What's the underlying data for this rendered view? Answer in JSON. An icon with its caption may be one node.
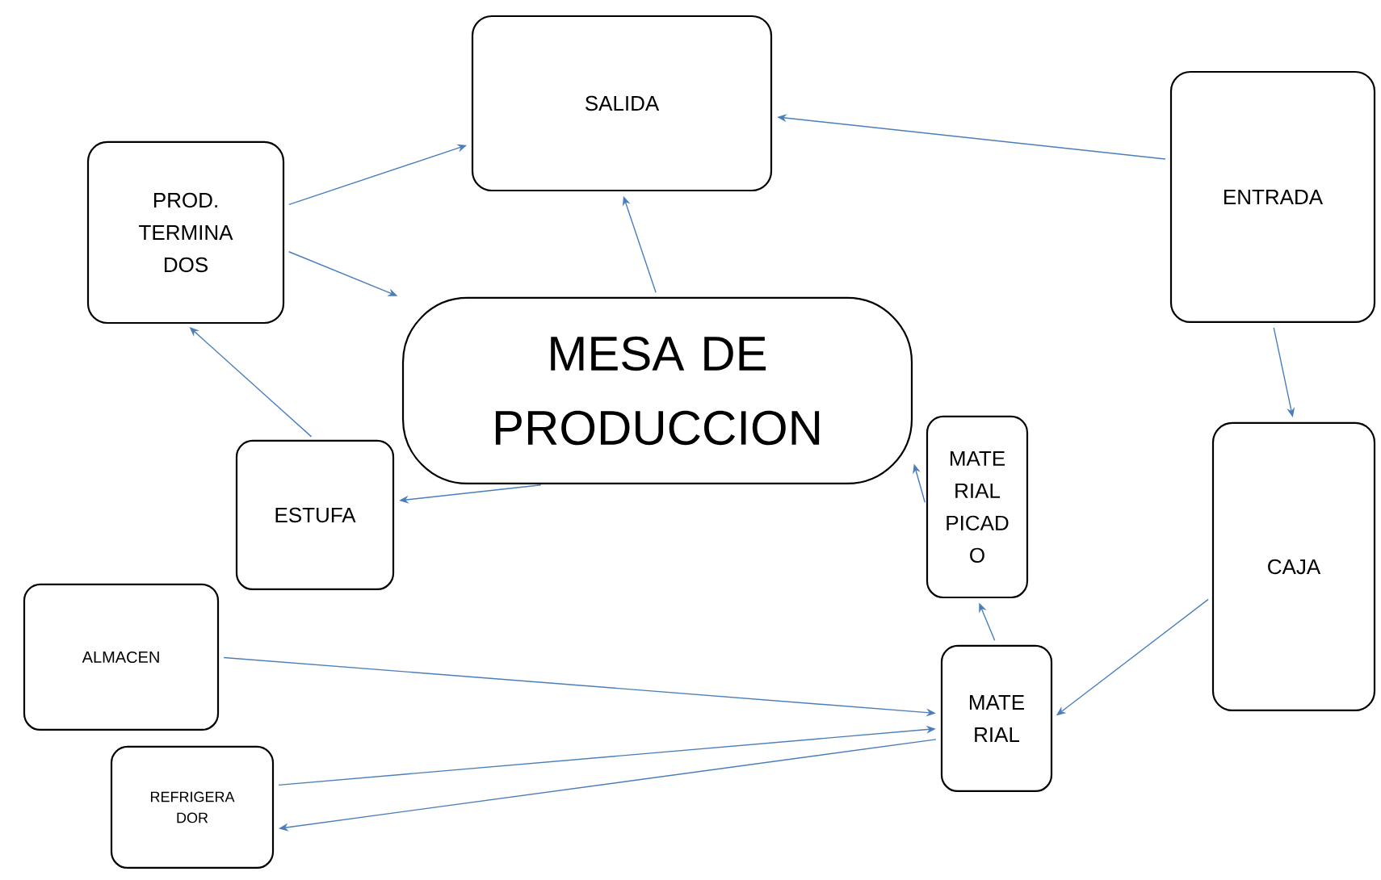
{
  "diagram": {
    "nodes": [
      {
        "text": [
          "SALIDA"
        ]
      },
      {
        "text": [
          "PROD. TERMINA DOS"
        ]
      },
      {
        "text": [
          "ENTRADA"
        ]
      },
      {
        "text": [
          "MESA DE PRODUCCION"
        ]
      },
      {
        "text": [
          "ESTUFA"
        ]
      },
      {
        "text": [
          "MATE RIAL PICAD O"
        ]
      },
      {
        "text": [
          "CAJA"
        ]
      },
      {
        "text": [
          "ALMACEN"
        ]
      },
      {
        "text": [
          "MATE RIAL"
        ]
      },
      {
        "text": [
          "REFRIGERA DOR"
        ]
      }
    ],
    "edges": [
      {
        "from": 1,
        "to": 0,
        "arrow": "to"
      },
      {
        "from": 1,
        "to": 3,
        "arrow": "to"
      },
      {
        "from": 3,
        "to": 0,
        "arrow": "to"
      },
      {
        "from": 2,
        "to": 0,
        "arrow": "to"
      },
      {
        "from": 2,
        "to": 6,
        "arrow": "to"
      },
      {
        "from": 6,
        "to": 8,
        "arrow": "to"
      },
      {
        "from": 4,
        "to": 1,
        "arrow": "to"
      },
      {
        "from": 3,
        "to": 4,
        "arrow": "to"
      },
      {
        "from": 5,
        "to": 3,
        "arrow": "to"
      },
      {
        "from": 8,
        "to": 5,
        "arrow": "to"
      },
      {
        "from": 7,
        "to": 8,
        "arrow": "to"
      },
      {
        "from": 9,
        "to": 8,
        "arrow": "to"
      },
      {
        "from": 8,
        "to": 9,
        "arrow": "to"
      }
    ]
  }
}
